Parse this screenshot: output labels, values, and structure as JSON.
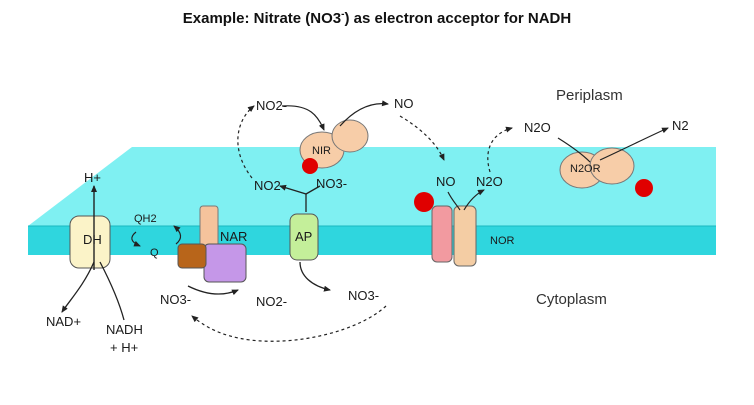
{
  "title": {
    "prefix": "Example: Nitrate (NO3",
    "superscript": "-",
    "suffix": ") as electron acceptor for NADH"
  },
  "regions": {
    "periplasm": "Periplasm",
    "cytoplasm": "Cytoplasm"
  },
  "proteins": {
    "dh": "DH",
    "nar": "NAR",
    "ap": "AP",
    "nir": "NIR",
    "nor": "NOR",
    "n2or": "N2OR"
  },
  "molecules": {
    "h_plus_top": "H+",
    "qh2": "QH2",
    "q": "Q",
    "nad_plus": "NAD+",
    "nadh": "NADH",
    "h_plus_bottom": "+ H+",
    "no3_cyto_left": "NO3-",
    "no2_cyto": "NO2-",
    "no3_cyto_right": "NO3-",
    "no2_peri": "NO2",
    "no3_peri": "NO3-",
    "no2_top": "NO2-",
    "no_top": "NO",
    "no_mid": "NO",
    "n2o_mid": "N2O",
    "n2o_top": "N2O",
    "n2_top": "N2"
  },
  "colors": {
    "membrane_top": "#7ff0f2",
    "membrane_side": "#2fd6de",
    "dh_fill": "#fbf3c8",
    "nar_fill": "#f5c39c",
    "nar_brown": "#b8651a",
    "nar_purple": "#c597e8",
    "ap_fill": "#c4ef9a",
    "nor_pink": "#f29aa0",
    "nor_tan": "#f4cda4",
    "nir_fill": "#f7cda8",
    "red_center": "#e00000"
  }
}
